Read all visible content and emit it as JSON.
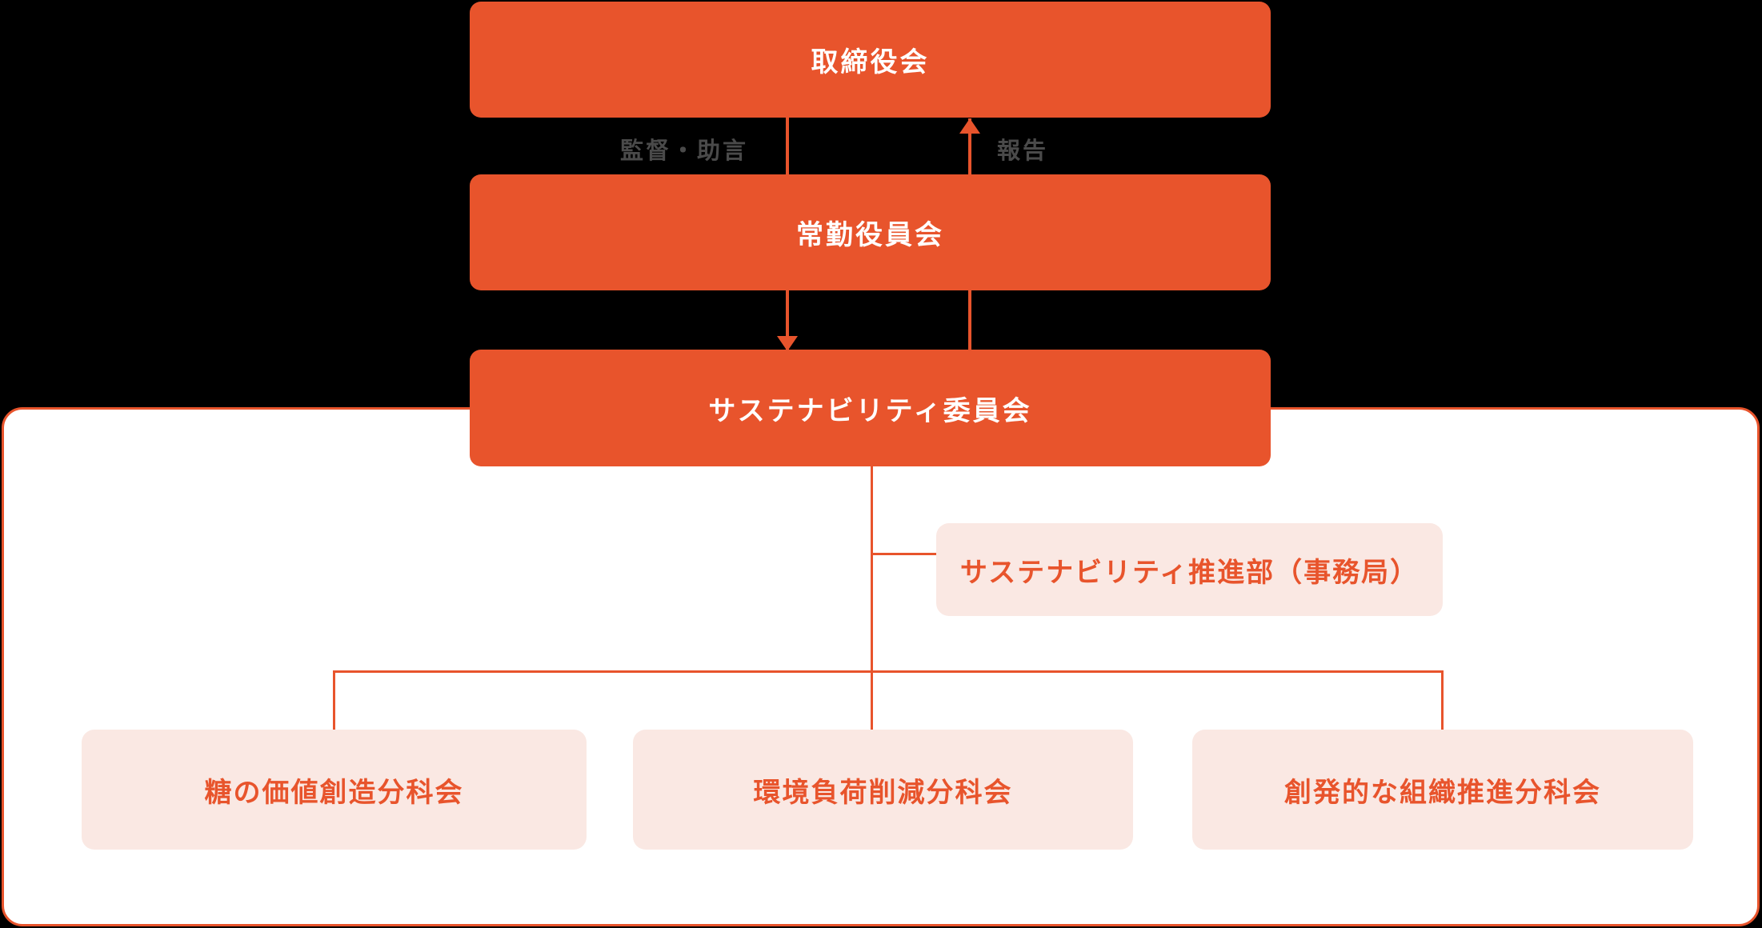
{
  "colors": {
    "background": "#000000",
    "accent_orange": "#E8542C",
    "panel_background": "#FFFFFF",
    "subbox_pink": "#FAE8E3",
    "flow_label_gray": "#4A4A4A",
    "node_text_white": "#FFFFFF"
  },
  "chart": {
    "type": "org-diagram",
    "nodes": {
      "board": {
        "label": "取締役会"
      },
      "executive": {
        "label": "常勤役員会"
      },
      "committee": {
        "label": "サステナビリティ委員会"
      },
      "office": {
        "label": "サステナビリティ推進部（事務局）"
      }
    },
    "flows": {
      "supervise": "監督・助言",
      "report": "報告"
    },
    "subcommittees": [
      {
        "label": "糖の価値創造分科会"
      },
      {
        "label": "環境負荷削減分科会"
      },
      {
        "label": "創発的な組織推進分科会"
      }
    ]
  }
}
